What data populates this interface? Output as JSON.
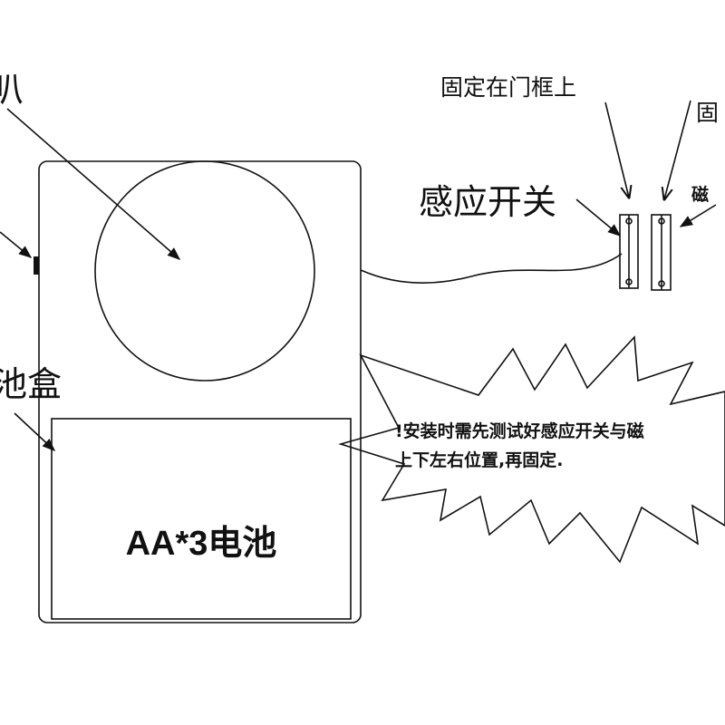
{
  "labels": {
    "speaker_partial": "叭",
    "battery_box_partial": "池盒",
    "battery_text": "AA*3电池",
    "sensor_switch": "感应开关",
    "fixed_on_frame": "固定在门框上",
    "fixed_partial": "固",
    "magnet_partial": "磁",
    "warning_line1": "!安装时需先测试好感应开关与磁",
    "warning_line2": "上下左右位置,再固定."
  },
  "colors": {
    "line": "#111111",
    "background": "#ffffff"
  }
}
